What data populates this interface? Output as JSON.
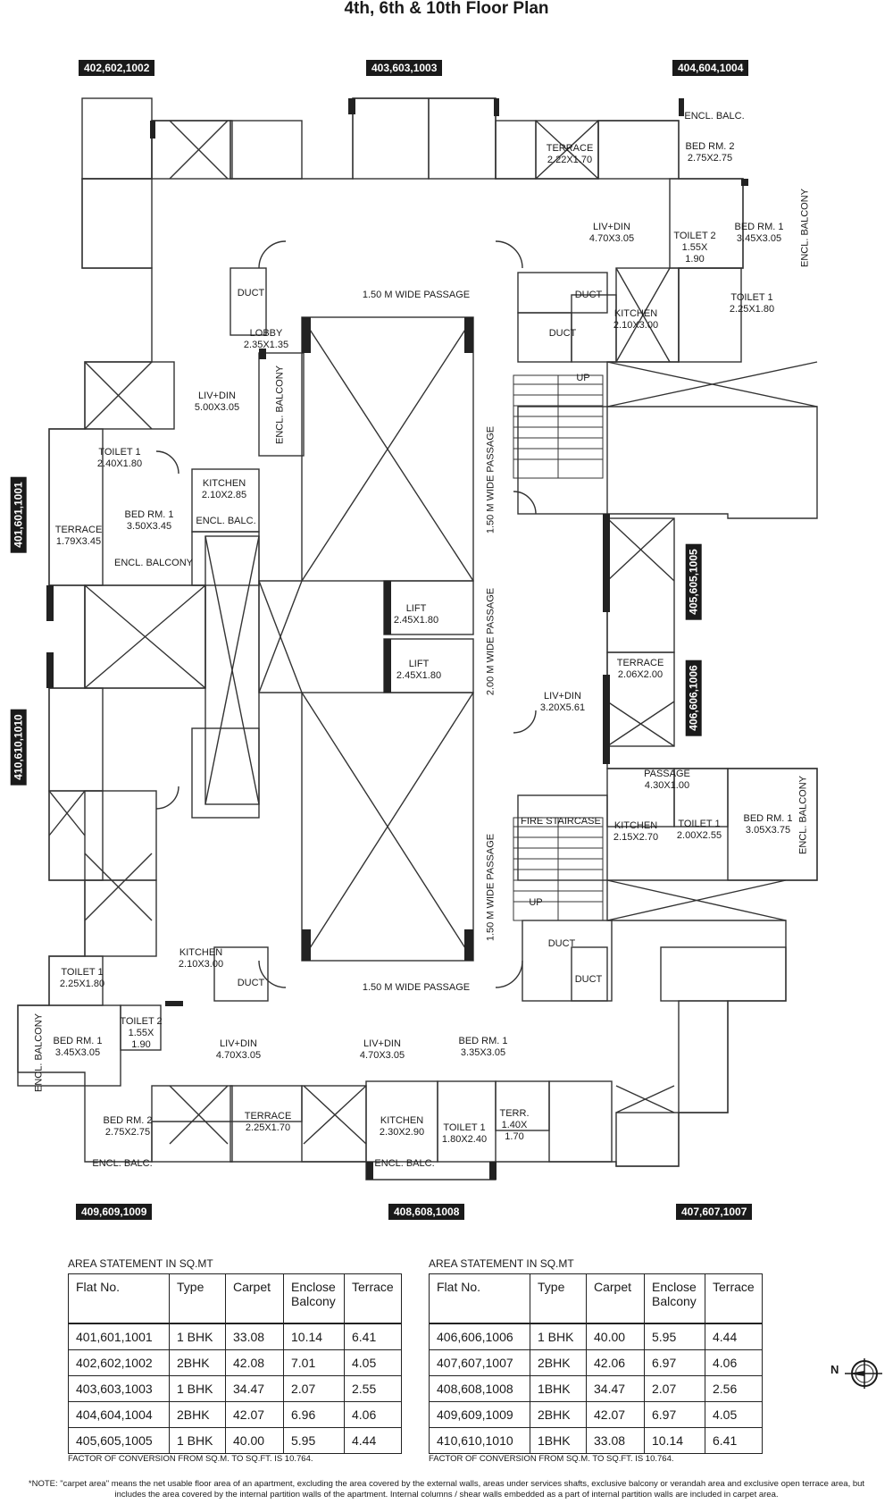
{
  "title": "4th, 6th & 10th Floor Plan",
  "flat_tags": [
    {
      "id": "t402",
      "text": "402,602,1002"
    },
    {
      "id": "t403",
      "text": "403,603,1003"
    },
    {
      "id": "t404",
      "text": "404,604,1004"
    },
    {
      "id": "t401",
      "text": "401,601,1001"
    },
    {
      "id": "t405",
      "text": "405,605,1005"
    },
    {
      "id": "t406",
      "text": "406,606,1006"
    },
    {
      "id": "t410",
      "text": "410,610,1010"
    },
    {
      "id": "t409",
      "text": "409,609,1009"
    },
    {
      "id": "t408",
      "text": "408,608,1008"
    },
    {
      "id": "t407",
      "text": "407,607,1007"
    }
  ],
  "rooms": [
    {
      "lines": [
        "TERRACE",
        "2.22X1.70"
      ]
    },
    {
      "lines": [
        "ENCL. BALC."
      ]
    },
    {
      "lines": [
        "BED RM. 2",
        "2.75X2.75"
      ]
    },
    {
      "lines": [
        "LIV+DIN",
        "4.70X3.05"
      ]
    },
    {
      "lines": [
        "TOILET 2",
        "1.55X",
        "1.90"
      ]
    },
    {
      "lines": [
        "BED RM. 1",
        "3.45X3.05"
      ]
    },
    {
      "lines": [
        "DUCT"
      ]
    },
    {
      "lines": [
        "1.50 M WIDE PASSAGE"
      ]
    },
    {
      "lines": [
        "DUCT"
      ]
    },
    {
      "lines": [
        "LOBBY",
        "2.35X1.35"
      ]
    },
    {
      "lines": [
        "KITCHEN",
        "2.10X3.00"
      ]
    },
    {
      "lines": [
        "TOILET 1",
        "2.25X1.80"
      ]
    },
    {
      "lines": [
        "DUCT"
      ]
    },
    {
      "lines": [
        "UP"
      ]
    },
    {
      "lines": [
        "LIV+DIN",
        "5.00X3.05"
      ]
    },
    {
      "lines": [
        "TOILET 1",
        "2.40X1.80"
      ]
    },
    {
      "lines": [
        "KITCHEN",
        "2.10X2.85"
      ]
    },
    {
      "lines": [
        "ENCL. BALC."
      ]
    },
    {
      "lines": [
        "BED RM. 1",
        "3.50X3.45"
      ]
    },
    {
      "lines": [
        "TERRACE",
        "1.79X3.45"
      ]
    },
    {
      "lines": [
        "ENCL. BALCONY"
      ]
    },
    {
      "lines": [
        "LIFT",
        "2.45X1.80"
      ]
    },
    {
      "lines": [
        "LIFT",
        "2.45X1.80"
      ]
    },
    {
      "lines": [
        "TERRACE",
        "2.06X2.00"
      ]
    },
    {
      "lines": [
        "LIV+DIN",
        "3.20X5.61"
      ]
    },
    {
      "lines": [
        "PASSAGE",
        "4.30X1.00"
      ]
    },
    {
      "lines": [
        "FIRE STAIRCASE"
      ]
    },
    {
      "lines": [
        "KITCHEN",
        "2.15X2.70"
      ]
    },
    {
      "lines": [
        "TOILET 1",
        "2.00X2.55"
      ]
    },
    {
      "lines": [
        "BED RM. 1",
        "3.05X3.75"
      ]
    },
    {
      "lines": [
        "UP"
      ]
    },
    {
      "lines": [
        "KITCHEN",
        "2.10X3.00"
      ]
    },
    {
      "lines": [
        "DUCT"
      ]
    },
    {
      "lines": [
        "DUCT"
      ]
    },
    {
      "lines": [
        "DUCT"
      ]
    },
    {
      "lines": [
        "1.50 M WIDE PASSAGE"
      ]
    },
    {
      "lines": [
        "TOILET 1",
        "2.25X1.80"
      ]
    },
    {
      "lines": [
        "TOILET 2",
        "1.55X",
        "1.90"
      ]
    },
    {
      "lines": [
        "BED RM. 1",
        "3.45X3.05"
      ]
    },
    {
      "lines": [
        "LIV+DIN",
        "4.70X3.05"
      ]
    },
    {
      "lines": [
        "BED RM. 2",
        "2.75X2.75"
      ]
    },
    {
      "lines": [
        "TERRACE",
        "2.25X1.70"
      ]
    },
    {
      "lines": [
        "ENCL. BALC."
      ]
    },
    {
      "lines": [
        "LIV+DIN",
        "4.70X3.05"
      ]
    },
    {
      "lines": [
        "BED RM. 1",
        "3.35X3.05"
      ]
    },
    {
      "lines": [
        "KITCHEN",
        "2.30X2.90"
      ]
    },
    {
      "lines": [
        "TOILET 1",
        "1.80X2.40"
      ]
    },
    {
      "lines": [
        "TERR.",
        "1.40X",
        "1.70"
      ]
    },
    {
      "lines": [
        "ENCL. BALC."
      ]
    }
  ],
  "vertical_labels": [
    {
      "text": "ENCL. BALCONY"
    },
    {
      "text": "ENCL. BALCONY"
    },
    {
      "text": "1.50 M WIDE PASSAGE"
    },
    {
      "text": "2.00 M WIDE PASSAGE"
    },
    {
      "text": "1.50 M WIDE PASSAGE"
    },
    {
      "text": "ENCL. BALCONY"
    },
    {
      "text": "ENCL. BALCONY"
    }
  ],
  "area_statement_title": "AREA STATEMENT IN SQ.MT",
  "table_headers": [
    "Flat No.",
    "Type",
    "Carpet",
    "Enclose Balcony",
    "Terrace"
  ],
  "table_left": [
    [
      "401,601,1001",
      "1 BHK",
      "33.08",
      "10.14",
      "6.41"
    ],
    [
      "402,602,1002",
      "2BHK",
      "42.08",
      "7.01",
      "4.05"
    ],
    [
      "403,603,1003",
      "1 BHK",
      "34.47",
      "2.07",
      "2.55"
    ],
    [
      "404,604,1004",
      "2BHK",
      "42.07",
      "6.96",
      "4.06"
    ],
    [
      "405,605,1005",
      "1 BHK",
      "40.00",
      "5.95",
      "4.44"
    ]
  ],
  "table_right": [
    [
      "406,606,1006",
      "1 BHK",
      "40.00",
      "5.95",
      "4.44"
    ],
    [
      "407,607,1007",
      "2BHK",
      "42.06",
      "6.97",
      "4.06"
    ],
    [
      "408,608,1008",
      "1BHK",
      "34.47",
      "2.07",
      "2.56"
    ],
    [
      "409,609,1009",
      "2BHK",
      "42.07",
      "6.97",
      "4.05"
    ],
    [
      "410,610,1010",
      "1BHK",
      "33.08",
      "10.14",
      "6.41"
    ]
  ],
  "factor_text": "FACTOR OF CONVERSION FROM SQ.M. TO SQ.FT. IS 10.764.",
  "north_label": "N",
  "note": "*NOTE: \"carpet area\" means the net usable floor area of an apartment, excluding the area covered by the external walls, areas under services shafts, exclusive balcony or verandah area and exclusive open terrace area, but includes the area covered by the internal partition walls of the apartment. Internal columns / shear walls embedded as a part of internal partition walls are included in carpet area."
}
